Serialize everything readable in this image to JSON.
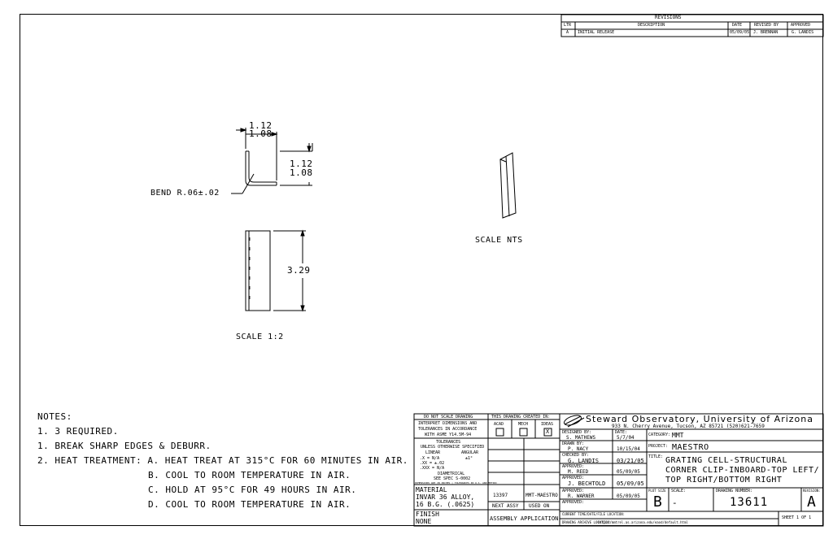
{
  "revisions": {
    "title": "REVISIONS",
    "headers": {
      "ltr": "LTR",
      "description": "DESCRIPTION",
      "date": "DATE",
      "revised_by": "REVISED BY",
      "approved": "APPROVED"
    },
    "row": {
      "ltr": "A",
      "description": "INITIAL RELEASE",
      "date": "05/09/05",
      "revised_by": "J. BRENNAN",
      "approved": "G. LANDIS"
    }
  },
  "drawing": {
    "dim_top": "1.12",
    "dim_top_2": "1.08",
    "dim_right": "1.12",
    "dim_right_2": "1.08",
    "bend_note": "BEND R.06±.02",
    "dim_length": "3.29",
    "scale_main": "SCALE 1:2",
    "scale_iso": "SCALE NTS"
  },
  "notes": {
    "heading": "NOTES:",
    "lines": [
      "1. 3 REQUIRED.",
      "1. BREAK SHARP EDGES & DEBURR.",
      "2. HEAT TREATMENT: A. HEAT TREAT AT 315°C FOR 60 MINUTES IN AIR.",
      "B. COOL TO ROOM TEMPERATURE IN AIR.",
      "C. HOLD AT 95°C FOR 49 HOURS IN AIR.",
      "D. COOL TO ROOM TEMPERATURE IN AIR."
    ]
  },
  "titleblock": {
    "do_not_scale": "DO NOT SCALE DRAWING",
    "interpret_1": "INTERPRET DIMENSIONS AND",
    "interpret_2": "TOLERANCES IN ACCORDANCE",
    "interpret_3": "WITH ASME Y14.5M-94",
    "tolerances": "TOLERANCES",
    "unless": "UNLESS OTHERWISE SPECIFIED",
    "linear": "LINEAR",
    "angular": "ANGULAR",
    "tol_x": ".X = N/A",
    "tol_xx": ".XX = ±.02",
    "tol_xxx": ".XXX = N/A",
    "tol_ang": "±1°",
    "diametrical": "DIAMETRICAL",
    "see_spec": "SEE SPEC S-0002",
    "fine_print": "DIMENSIONS ARE IN INCHES | TOLERANCES IN U.S. AND METRIC",
    "created_in": "THIS DRAWING CREATED IN:",
    "acad": "ACAD",
    "mech": "MECH",
    "ideas": "IDEAS",
    "ideas_mark": "X",
    "material_label": "MATERIAL",
    "material_1": "INVAR 36 ALLOY,",
    "material_2": "16 B.G. (.0625)",
    "finish_label": "FINISH",
    "finish": "NONE",
    "next_assy_val": "13397",
    "used_on_val": "MMT-MAESTRO",
    "next_assy": "NEXT ASSY",
    "used_on": "USED ON",
    "assembly_app": "ASSEMBLY APPLICATION",
    "org_name": "Steward Observatory, University of Arizona",
    "org_address": "933 N. Cherry Avenue, Tucson, AZ 85721 (520)621-7659",
    "designed_by_label": "DESIGNED BY:",
    "designed_by": "S. MATHEWS",
    "date_label": "DATE:",
    "designed_date": "5/7/04",
    "drawn_by_label": "DRAWN BY:",
    "drawn_by": "P. NACY",
    "drawn_date": "10/15/04",
    "checked_by_label": "CHECKED BY:",
    "checked_by": "G. LANDIS",
    "checked_date": "03/21/05",
    "approved1_label": "APPROVED:",
    "approved1": "M. REED",
    "approved1_date": "05/09/05",
    "approved2_label": "APPROVED:",
    "approved2": "J. BECHTOLD",
    "approved2_date": "05/09/05",
    "approved3_label": "APPROVED:",
    "approved3": "R. WARNER",
    "approved3_date": "05/09/05",
    "approved4_label": "APPROVED:",
    "category_label": "CATEGORY:",
    "category": "MMT",
    "project_label": "PROJECT:",
    "project": "MAESTRO",
    "title_label": "TITLE:",
    "title_1": "GRATING CELL-STRUCTURAL",
    "title_2": "CORNER CLIP-INBOARD-TOP LEFT/",
    "title_3": "TOP RIGHT/BOTTOM RIGHT",
    "plot_size_label": "PLOT SIZE",
    "plot_size": "B",
    "scale_label": "SCALE:",
    "scale": "-",
    "drawing_number_label": "DRAWING NUMBER:",
    "drawing_number": "13611",
    "revision_label": "REVISION:",
    "revision": "A",
    "current_time": "CURRENT TIME/DATE/FILE LOCATION:",
    "archive_label": "DRAWING ARCHIVE LOCATION:",
    "archive": "http://mmtrel.as.arizona.edu/eaod/default.html",
    "sheet": "SHEET 1 OF 1"
  }
}
